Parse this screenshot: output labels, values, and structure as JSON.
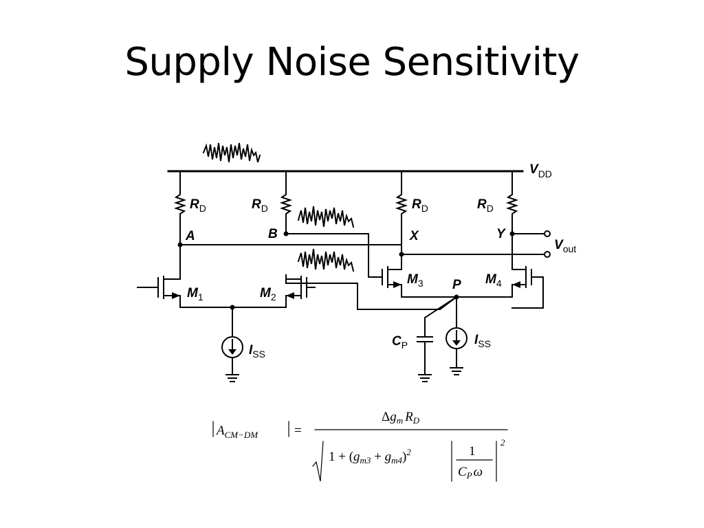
{
  "slide": {
    "title": "Supply Noise Sensitivity"
  },
  "circuit": {
    "supply": {
      "label": "V",
      "sub": "DD"
    },
    "resistors": [
      {
        "label": "R",
        "sub": "D"
      },
      {
        "label": "R",
        "sub": "D"
      },
      {
        "label": "R",
        "sub": "D"
      },
      {
        "label": "R",
        "sub": "D"
      }
    ],
    "nodes": {
      "a": "A",
      "b": "B",
      "x": "X",
      "y": "Y",
      "p": "P"
    },
    "transistors": [
      {
        "label": "M",
        "sub": "1"
      },
      {
        "label": "M",
        "sub": "2"
      },
      {
        "label": "M",
        "sub": "3"
      },
      {
        "label": "M",
        "sub": "4"
      }
    ],
    "sources": [
      {
        "label": "I",
        "sub": "SS"
      },
      {
        "label": "I",
        "sub": "SS"
      }
    ],
    "capacitor": {
      "label": "C",
      "sub": "P"
    },
    "output": {
      "label": "V",
      "sub": "out"
    }
  },
  "equation": {
    "lhs_a": "A",
    "lhs_sub": "CM−DM",
    "equals": "=",
    "num_delta": "Δ",
    "num_g": "g",
    "num_g_sub": "m",
    "num_r": "R",
    "num_r_sub": "D",
    "den_one_plus": "1 + (",
    "den_g3": "g",
    "den_g3_sub": "m3",
    "den_plus": " + ",
    "den_g4": "g",
    "den_g4_sub": "m4",
    "den_close": ")",
    "den_sq": "2",
    "frac_num": "1",
    "frac_c": "C",
    "frac_c_sub": "P",
    "frac_omega": "ω",
    "outer_sq": "2"
  }
}
